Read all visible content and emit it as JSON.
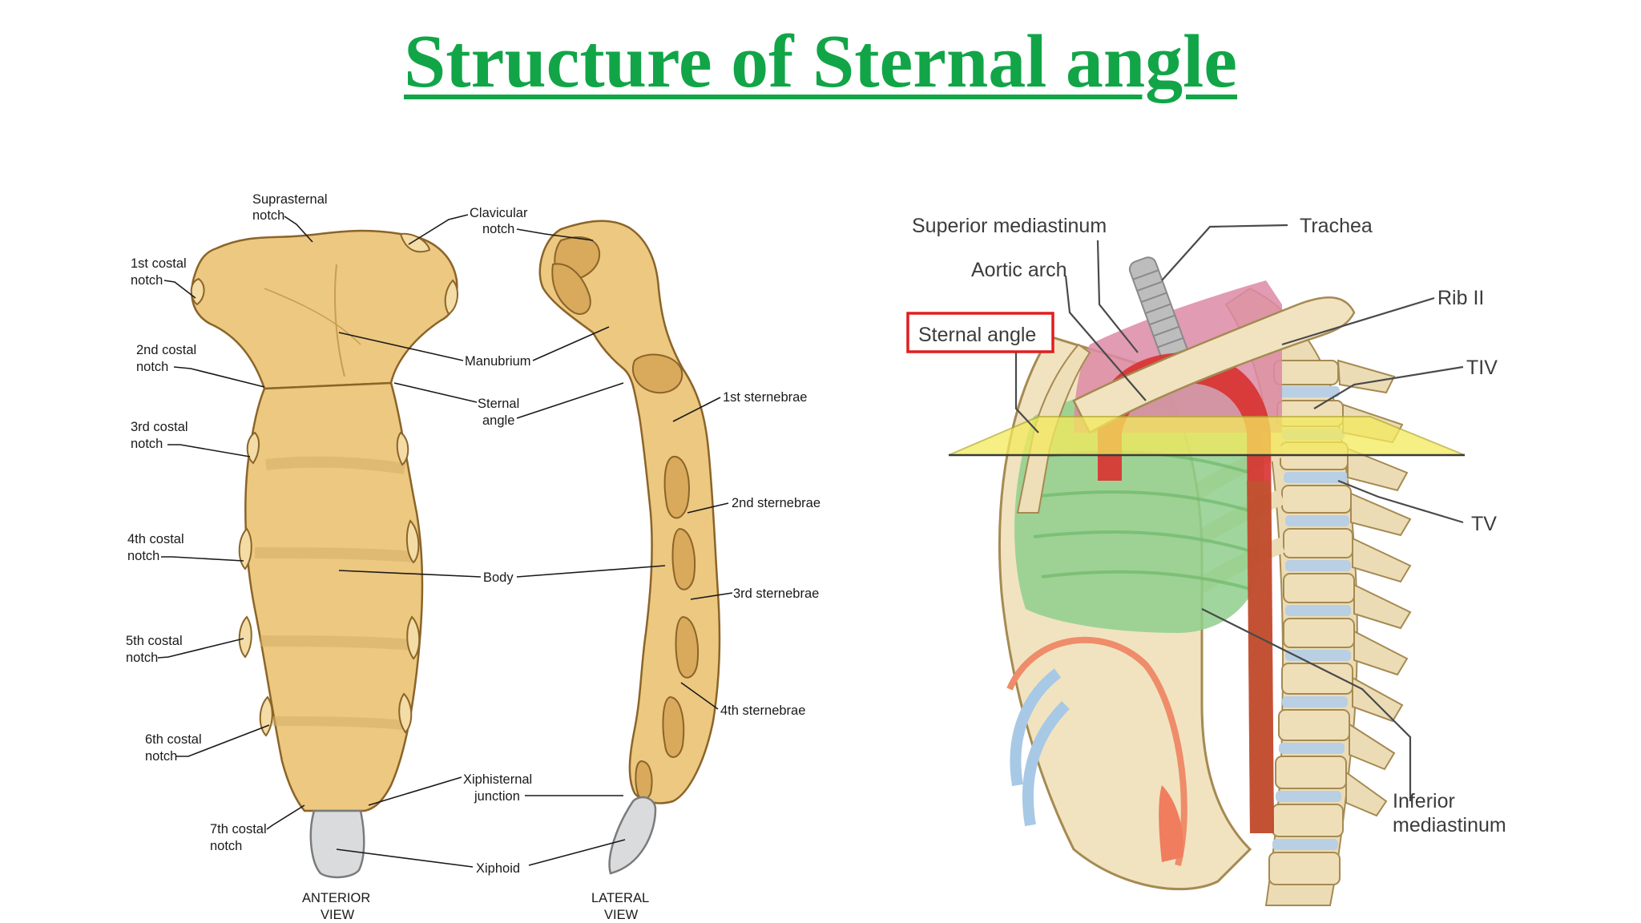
{
  "title": "Structure of Sternal angle",
  "left_figure": {
    "labels": {
      "suprasternal_notch": [
        "Suprasternal",
        "notch"
      ],
      "clavicular_notch": [
        "Clavicular",
        "notch"
      ],
      "costal_1": [
        "1st costal",
        "notch"
      ],
      "costal_2": [
        "2nd costal",
        "notch"
      ],
      "costal_3": [
        "3rd costal",
        "notch"
      ],
      "costal_4": [
        "4th costal",
        "notch"
      ],
      "costal_5": [
        "5th costal",
        "notch"
      ],
      "costal_6": [
        "6th costal",
        "notch"
      ],
      "costal_7": [
        "7th costal",
        "notch"
      ],
      "manubrium": "Manubrium",
      "sternal_angle": [
        "Sternal",
        "angle"
      ],
      "body": "Body",
      "xiphisternal_junction": [
        "Xiphisternal",
        "junction"
      ],
      "xiphoid": "Xiphoid",
      "sternebrae_1": "1st sternebrae",
      "sternebrae_2": "2nd sternebrae",
      "sternebrae_3": "3rd sternebrae",
      "sternebrae_4": "4th sternebrae",
      "anterior_view": [
        "ANTERIOR",
        "VIEW"
      ],
      "lateral_view": [
        "LATERAL",
        "VIEW"
      ]
    }
  },
  "right_figure": {
    "labels": {
      "superior_mediastinum": "Superior mediastinum",
      "trachea": "Trachea",
      "aortic_arch": "Aortic arch",
      "rib_ii": "Rib II",
      "sternal_angle": "Sternal angle",
      "tiv": "TIV",
      "tv": "TV",
      "inferior_mediastinum": [
        "Inferior",
        "mediastinum"
      ]
    },
    "highlight_color": "#e01e1e"
  },
  "colors": {
    "title": "#11a548",
    "bone": "#ecc880",
    "plane": "#f4ea5c",
    "mediastinum_green": "#8fcf8c",
    "aorta": "#d8312f"
  }
}
